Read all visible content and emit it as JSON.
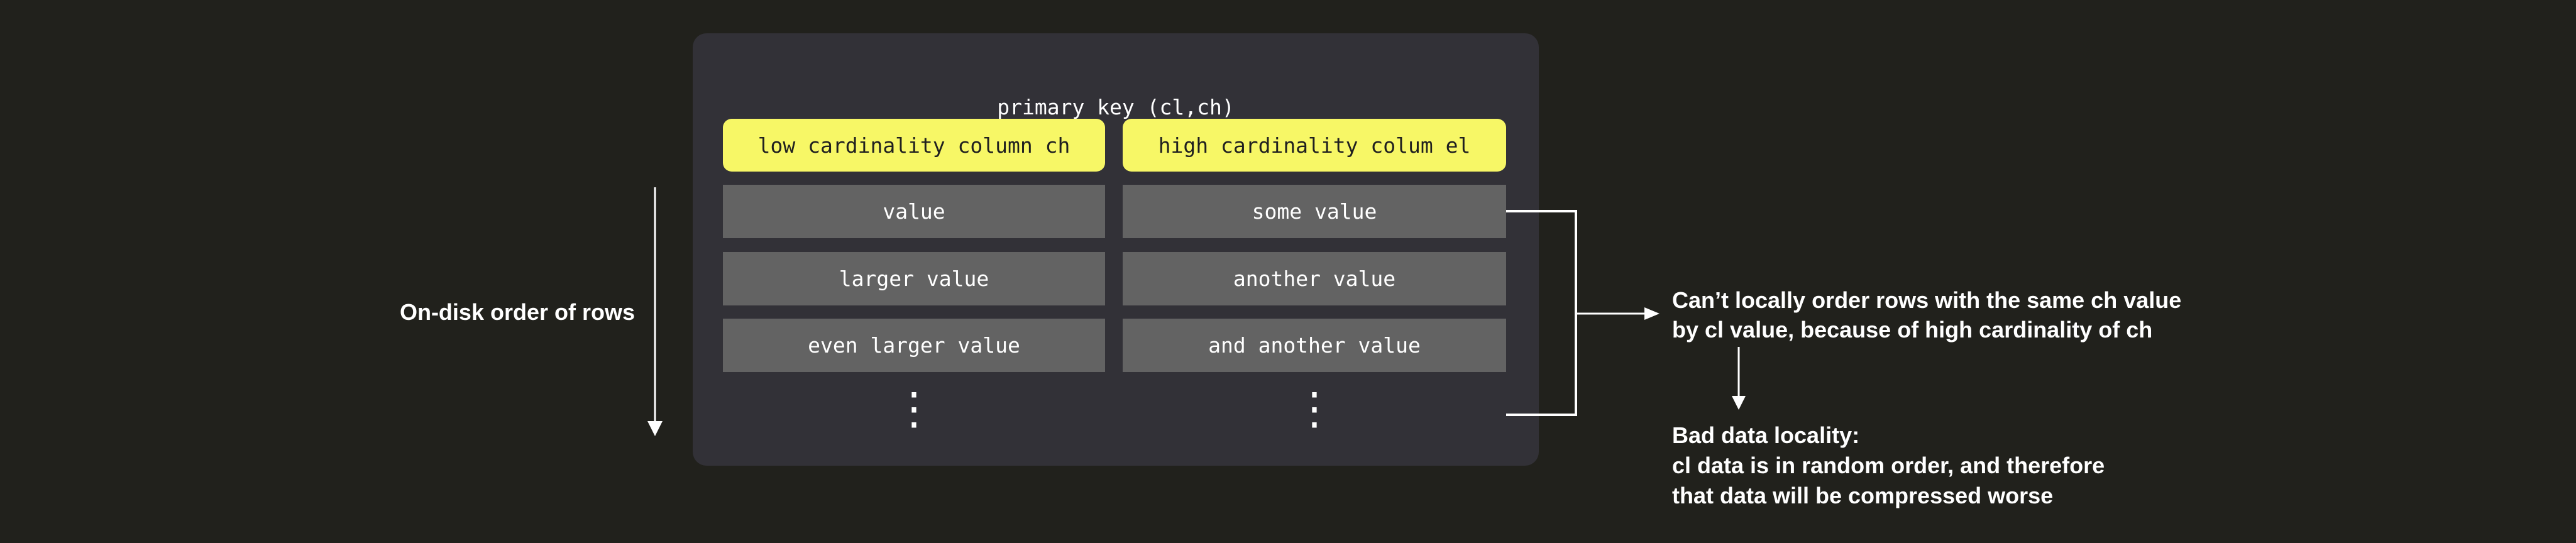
{
  "diagram": {
    "panel": {
      "title": "primary key (cl,ch)",
      "columns": [
        {
          "header": "low cardinality column ch",
          "rows": [
            "value",
            "larger value",
            "even larger value"
          ],
          "ellipsis": "⋮"
        },
        {
          "header": "high cardinality colum el",
          "rows": [
            "some value",
            "another value",
            "and another value"
          ],
          "ellipsis": "⋮"
        }
      ]
    },
    "left_label": "On-disk order of rows",
    "notes": {
      "cardinality": {
        "line1": "Can’t locally order rows with the same ch value",
        "line2": "by cl value, because of high cardinality of ch"
      },
      "locality": {
        "line1": "Bad data locality:",
        "line2": "cl data is in random order, and therefore",
        "line3": "that data will be compressed worse"
      }
    },
    "colors": {
      "background": "#21211C",
      "panel": "#323137",
      "row_box": "#636363",
      "highlight_yellow": "#F7F766",
      "text_light": "#FFFFFF",
      "text_dark": "#1F1F1F"
    }
  }
}
